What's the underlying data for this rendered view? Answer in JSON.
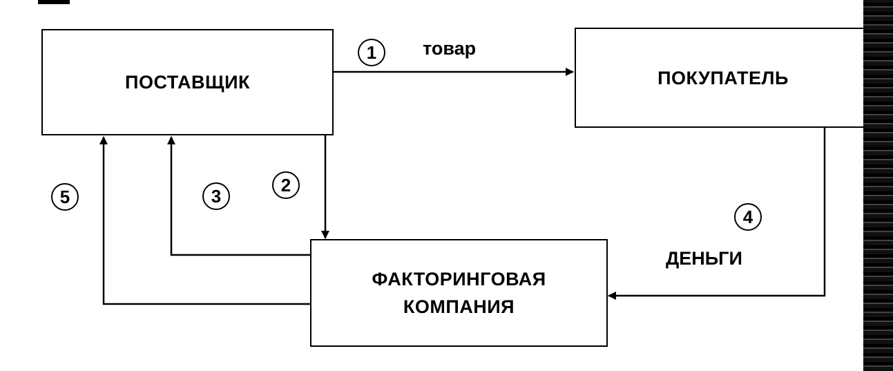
{
  "nodes": {
    "supplier": "ПОСТАВЩИК",
    "buyer": "ПОКУПАТЕЛЬ",
    "factor_line1": "ФАКТОРИНГОВАЯ",
    "factor_line2": "КОМПАНИЯ"
  },
  "flows": {
    "f1": {
      "number": "1",
      "label": "товар"
    },
    "f2": {
      "number": "2"
    },
    "f3": {
      "number": "3"
    },
    "f4": {
      "number": "4",
      "label": "ДЕНЬГИ"
    },
    "f5": {
      "number": "5"
    }
  },
  "colors": {
    "stroke": "#000000",
    "background": "#ffffff"
  }
}
